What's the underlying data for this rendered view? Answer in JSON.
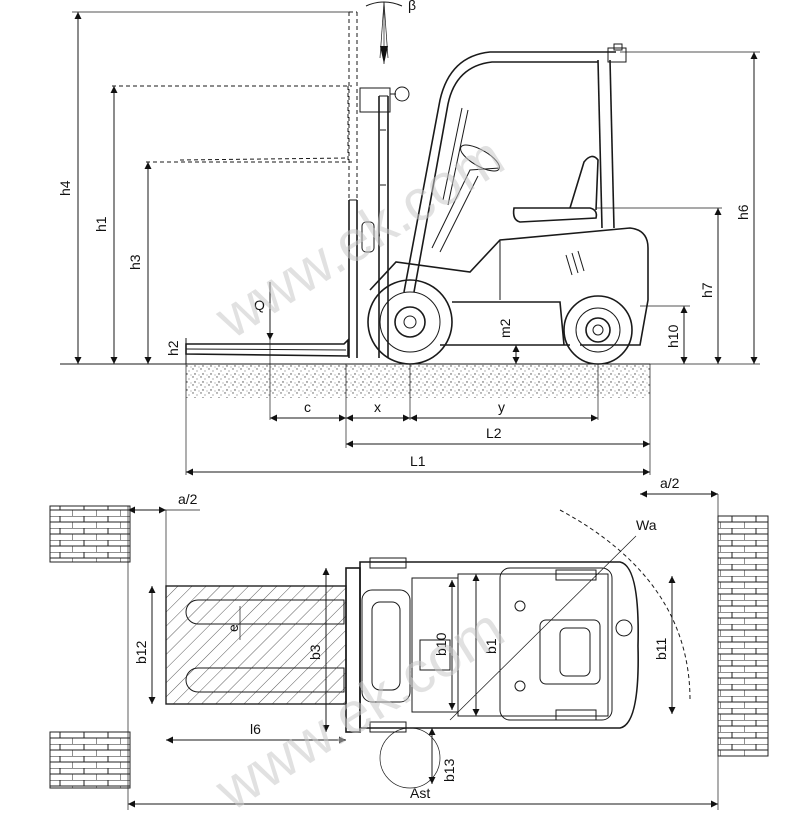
{
  "side_view": {
    "labels": {
      "h4": "h4",
      "h1": "h1",
      "h3": "h3",
      "h2": "h2",
      "Q": "Q",
      "h6": "h6",
      "h7": "h7",
      "h10": "h10",
      "m2": "m2",
      "beta": "β",
      "c": "c",
      "x": "x",
      "y": "y",
      "L2": "L2",
      "L1": "L1"
    }
  },
  "top_view": {
    "labels": {
      "a2_left": "a/2",
      "a2_right": "a/2",
      "Wa": "Wa",
      "b12": "b12",
      "b3": "b3",
      "b10": "b10",
      "b1": "b1",
      "b11": "b11",
      "e": "e",
      "l6": "l6",
      "b13": "b13",
      "Ast": "Ast"
    }
  },
  "watermark": {
    "top": "www.ek.com",
    "bottom": "www.ek.com"
  }
}
